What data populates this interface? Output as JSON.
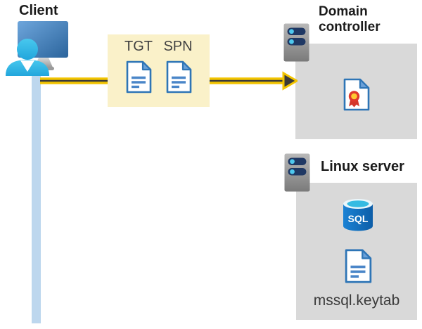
{
  "diagram": {
    "client": {
      "label": "Client"
    },
    "credentials": {
      "tickets": [
        {
          "label": "TGT"
        },
        {
          "label": "SPN"
        }
      ]
    },
    "domain_controller": {
      "label": "Domain controller"
    },
    "linux_server": {
      "label": "Linux server",
      "database_badge": "SQL",
      "keytab_file": "mssql.keytab"
    }
  },
  "colors": {
    "ticket_box_yellow": "#FAF1C9",
    "server_box_gray": "#D9D9D9",
    "arrow_gold": "#F2C400",
    "arrow_core_dark": "#3A3A3A",
    "timeline_blue": "#BDD7EE",
    "doc_border_blue": "#2E75B6",
    "doc_line_blue": "#4A86C8",
    "doc_fold_blue": "#6BA1D9",
    "heading_text": "#1B1B1B",
    "ticket_label_text": "#414141",
    "keytab_label_text": "#3B3B3B"
  }
}
